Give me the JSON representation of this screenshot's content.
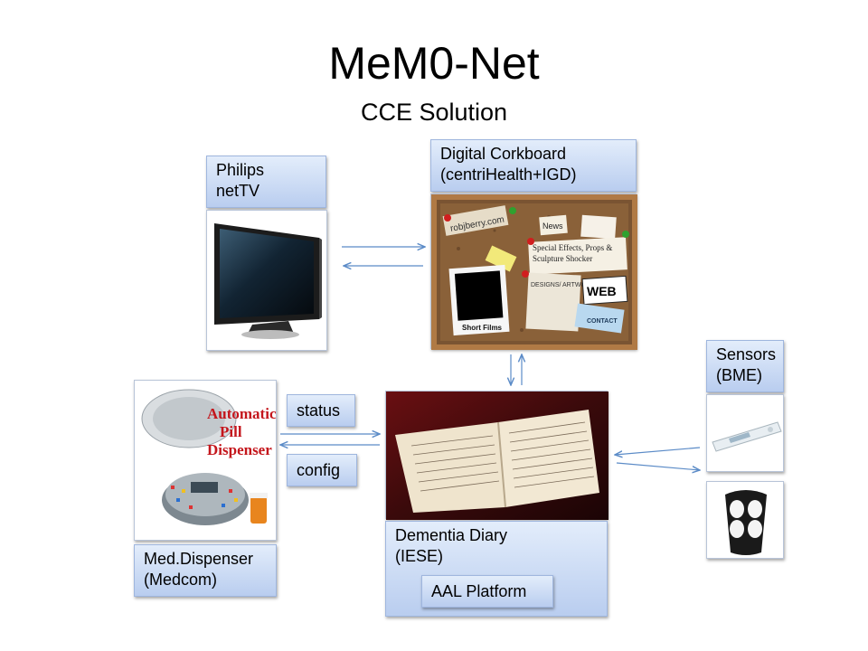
{
  "title": "MeM0-Net",
  "subtitle": "CCE  Solution",
  "nodes": {
    "philips": {
      "line1": "Philips",
      "line2": "netTV"
    },
    "corkboard": {
      "line1": "Digital Corkboard",
      "line2": "(centriHealth+IGD)"
    },
    "sensors": {
      "line1": "Sensors",
      "line2": "(BME)"
    },
    "dispenser": {
      "line1": "Med.Dispenser",
      "line2": "(Medcom)"
    },
    "diary": {
      "line1": "Dementia Diary",
      "line2": "(IESE)",
      "platform": "AAL Platform"
    }
  },
  "links": {
    "status": "status",
    "config": "config"
  },
  "dispenser_image_text": [
    "Automatic",
    "Pill",
    "Dispenser"
  ],
  "corkboard_image_text": {
    "sticker": "robjberry.com",
    "news": "News",
    "note1": "Special Effects, Props &",
    "note2": "Sculpture Shocker",
    "designs": "DESIGNS/ ARTWORK",
    "web": "WEB",
    "contact": "CONTACT",
    "films": "Short Films"
  }
}
